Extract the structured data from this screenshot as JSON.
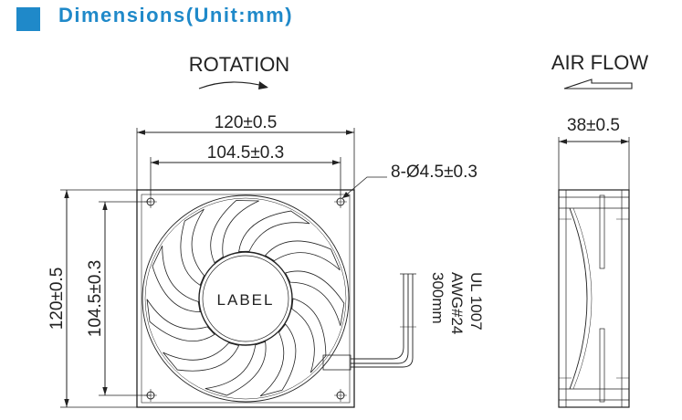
{
  "title": "Dimensions(Unit:mm)",
  "rotation_label": "ROTATION",
  "airflow_label": "AIR FLOW",
  "dim_width_outer": "120±0.5",
  "dim_width_inner": "104.5±0.3",
  "dim_height_outer": "120±0.5",
  "dim_height_inner": "104.5±0.3",
  "dim_thickness": "38±0.5",
  "hole_spec": "8-Ø4.5±0.3",
  "hub_label": "LABEL",
  "wire_spec": [
    "UL 1007",
    "AWG#24",
    "300mm"
  ],
  "colors": {
    "accent": "#1f89c9",
    "line": "#222222"
  },
  "icons": [
    "title-square-icon",
    "rotation-arrow-icon",
    "airflow-arrow-icon",
    "mounting-hole-icon"
  ]
}
